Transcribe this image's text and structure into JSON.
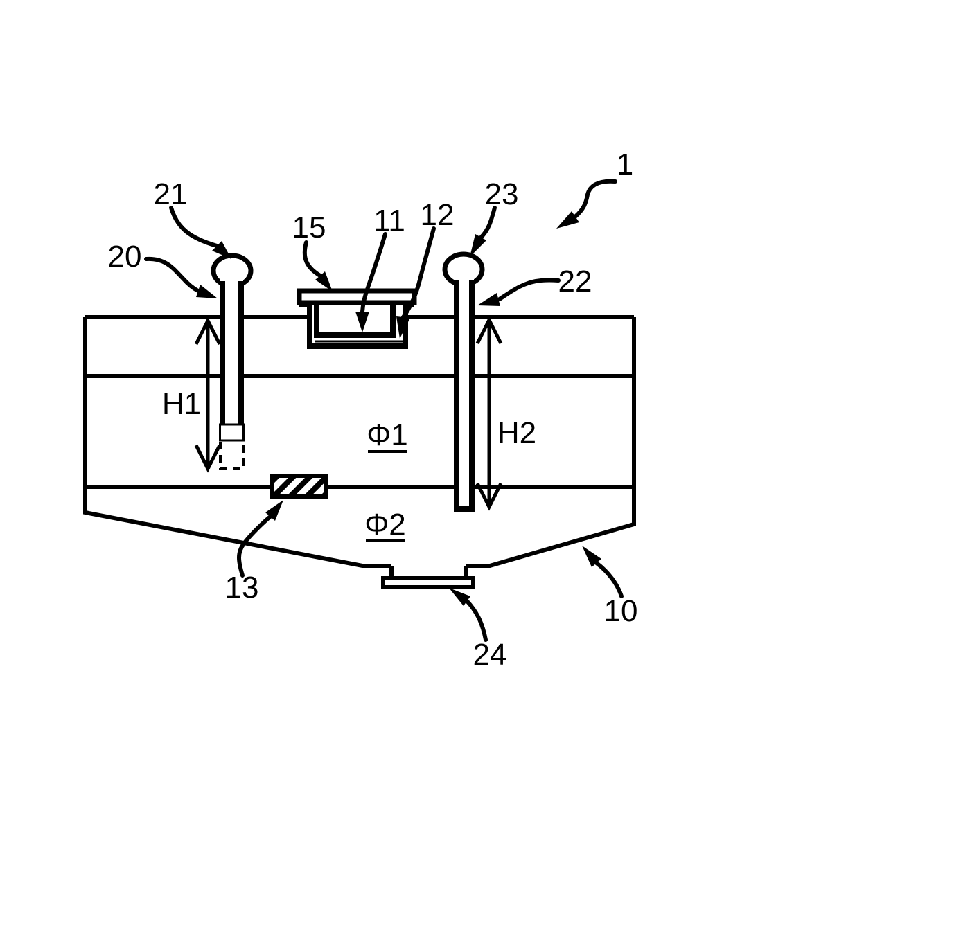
{
  "figure": {
    "type": "patent-style technical diagram of a separation vessel with two liquid phases, two dip tubes, a suspended basket, an interface sensor and a bottom outlet",
    "colors": {
      "line": "#000000",
      "background": "#ffffff"
    },
    "reference_labels": {
      "n1": "1",
      "n10": "10",
      "n11": "11",
      "n12": "12",
      "n13": "13",
      "n15": "15",
      "n20": "20",
      "n21": "21",
      "n22": "22",
      "n23": "23",
      "n24": "24"
    },
    "dimension_labels": {
      "h1": "H1",
      "h2": "H2"
    },
    "phase_labels": {
      "phi1": "Φ1",
      "phi2": "Φ2"
    }
  }
}
